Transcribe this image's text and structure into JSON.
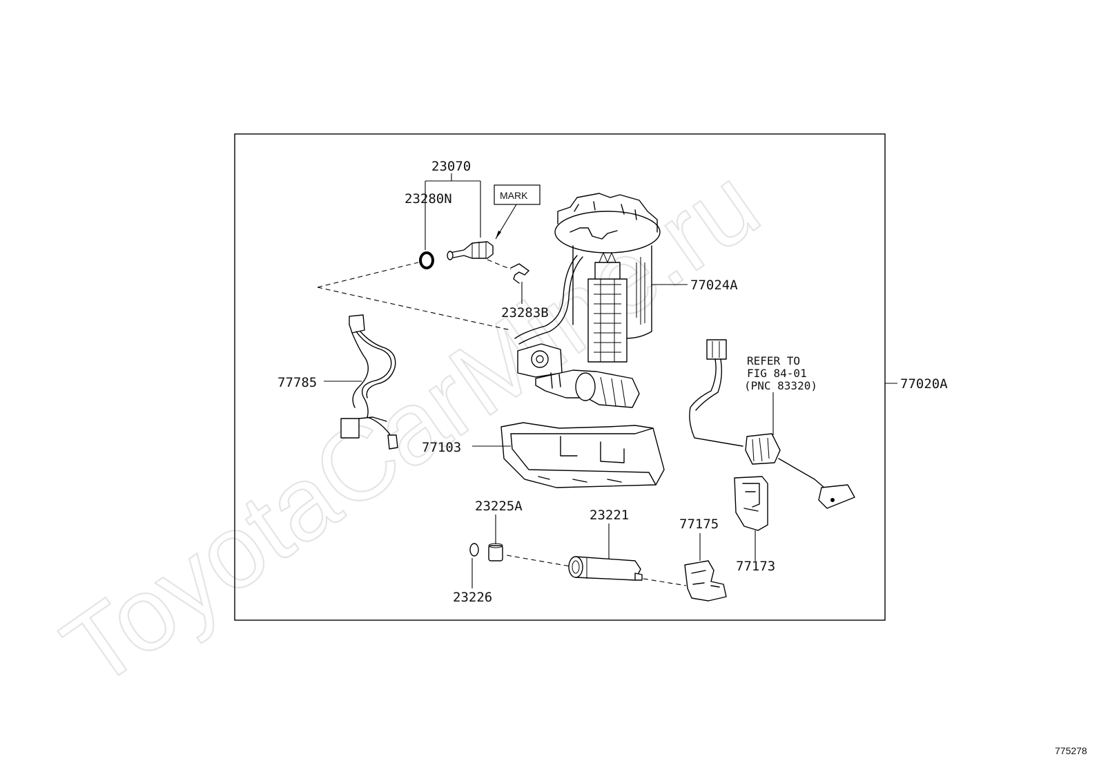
{
  "watermark": "ToyotaCarMine.ru",
  "diagram_code": "775278",
  "assembly_label": "77020A",
  "callouts": {
    "p23070": "23070",
    "p23280N": "23280N",
    "mark": "MARK",
    "p77024A": "77024A",
    "p23283B": "23283B",
    "p77785": "77785",
    "p77103": "77103",
    "p23225A": "23225A",
    "p23221": "23221",
    "p77175": "77175",
    "p77173": "77173",
    "p23226": "23226"
  },
  "refer_note": {
    "line1": "REFER TO",
    "line2": "FIG 84-01",
    "line3": "(PNC 83320)"
  }
}
